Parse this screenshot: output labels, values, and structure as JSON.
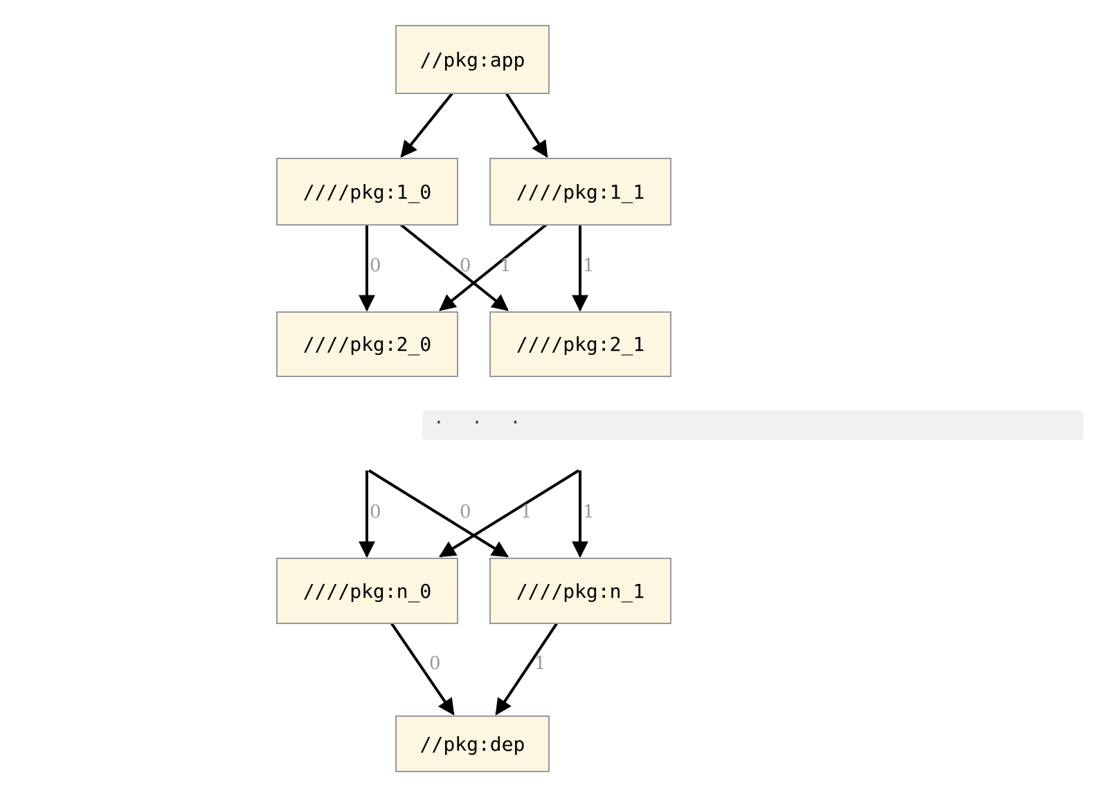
{
  "diagram": {
    "title": "bazel-target-dependency-graph",
    "background_color": "#ffffff",
    "node_fill": "#fdf6e0",
    "node_border": "#999999",
    "edge_color": "#000000",
    "edge_label_color": "#999999",
    "ellipsis_band_color": "#f1f1f1"
  },
  "nodes": {
    "app": "//pkg:app",
    "l1_0": "////pkg:1_0",
    "l1_1": "////pkg:1_1",
    "l2_0": "////pkg:2_0",
    "l2_1": "////pkg:2_1",
    "ln_0": "////pkg:n_0",
    "ln_1": "////pkg:n_1",
    "dep": "//pkg:dep"
  },
  "edge_labels": {
    "e_1_0__2_0": "0",
    "e_1_0__2_1": "0",
    "e_1_1__2_0": "1",
    "e_1_1__2_1": "1",
    "e_x_0__n_0": "0",
    "e_x_0__n_1": "0",
    "e_x_1__n_0": "1",
    "e_x_1__n_1": "1",
    "e_n_0__dep": "0",
    "e_n_1__dep": "1"
  },
  "ellipsis": {
    "dots": "· · ·"
  }
}
